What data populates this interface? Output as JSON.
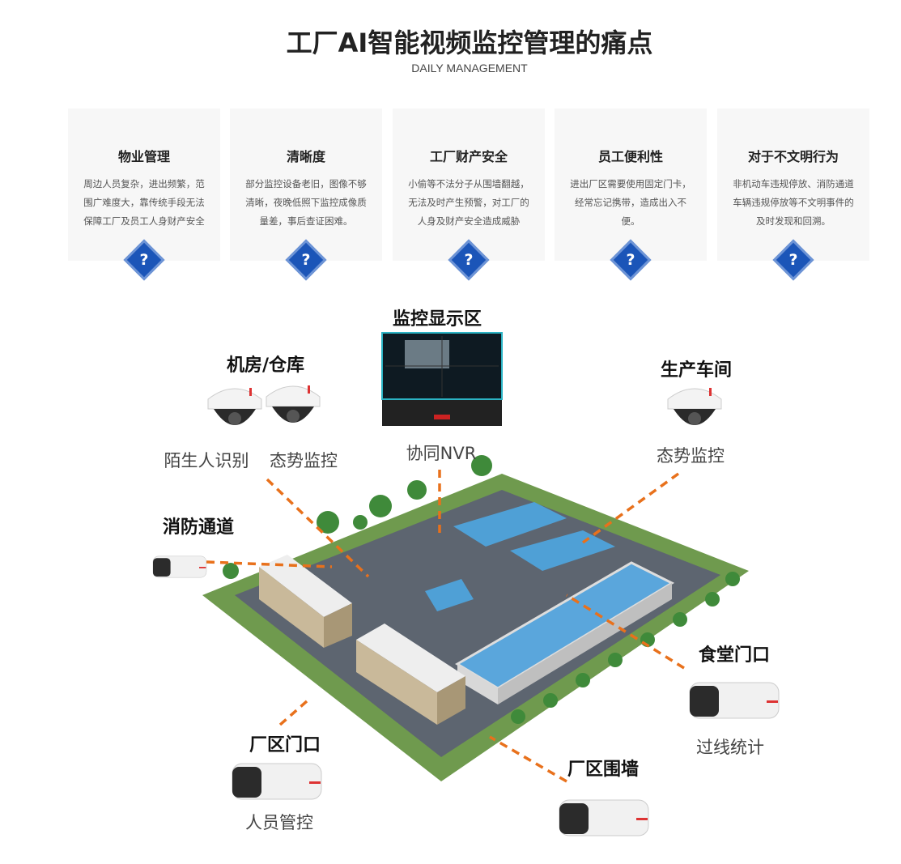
{
  "header": {
    "title": "工厂AI智能视频监控管理的痛点",
    "subtitle": "DAILY MANAGEMENT"
  },
  "cards": [
    {
      "title": "物业管理",
      "text": "周边人员复杂，进出频繁，范围广难度大，靠传统手段无法保障工厂及员工人身财产安全",
      "icon": "question-icon",
      "icon_text": "?"
    },
    {
      "title": "清晰度",
      "text": "部分监控设备老旧，图像不够清晰，夜晚低照下监控成像质量差，事后查证困难。",
      "icon": "question-icon",
      "icon_text": "?"
    },
    {
      "title": "工厂财产安全",
      "text": "小偷等不法分子从围墙翻越，无法及时产生预警，对工厂的人身及财产安全造成威胁",
      "icon": "question-icon",
      "icon_text": "?"
    },
    {
      "title": "员工便利性",
      "text": "进出厂区需要使用固定门卡，经常忘记携带，造成出入不便。",
      "icon": "question-icon",
      "icon_text": "?"
    },
    {
      "title": "对于不文明行为",
      "text": "非机动车违规停放、消防通道车辆违规停放等不文明事件的及时发现和回溯。",
      "icon": "question-icon",
      "icon_text": "?"
    }
  ],
  "diagram": {
    "monitor_area": "监控显示区",
    "nvr": "协同NVR",
    "server_room": "机房/仓库",
    "stranger": "陌生人识别",
    "situation1": "态势监控",
    "workshop": "生产车间",
    "situation2": "态势监控",
    "fire_lane": "消防通道",
    "canteen": "食堂门口",
    "line_count": "过线统计",
    "gate": "厂区门口",
    "personnel": "人员管控",
    "wall": "厂区围墙"
  },
  "colors": {
    "accent": "#1b55b8",
    "arrow": "#e8711c"
  }
}
